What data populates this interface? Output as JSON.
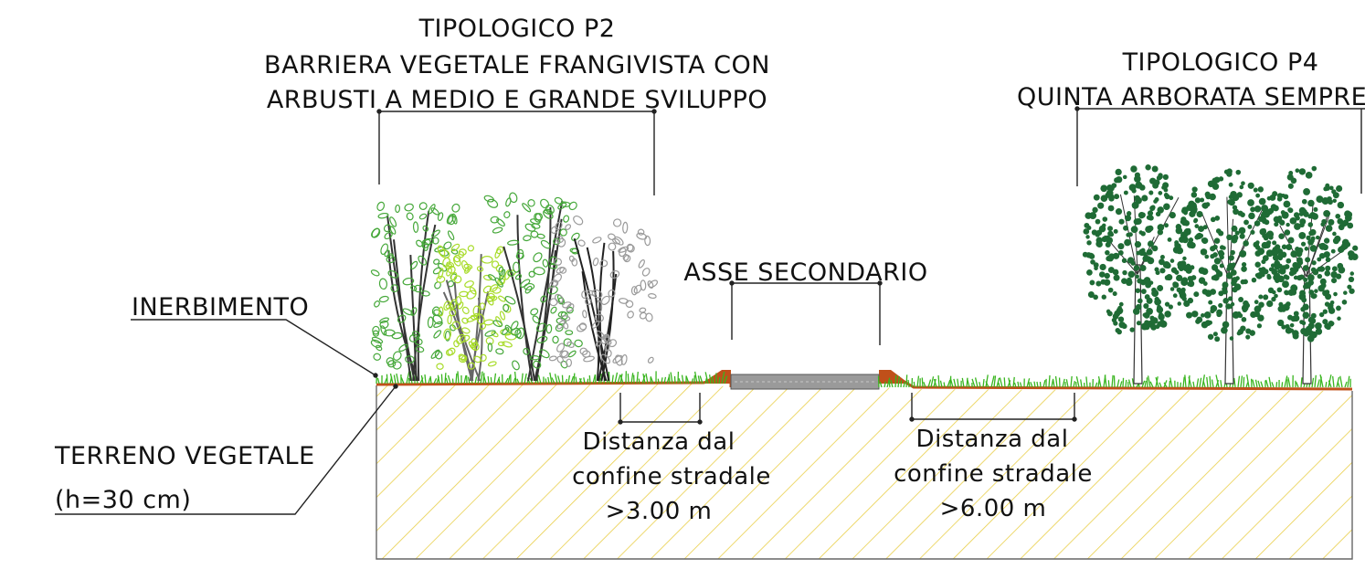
{
  "section": {
    "p2": {
      "title": "TIPOLOGICO P2",
      "line1": "BARRIERA VEGETALE FRANGIVISTA CON",
      "line2": "ARBUSTI A MEDIO E GRANDE SVILUPPO"
    },
    "p4": {
      "title": "TIPOLOGICO P4",
      "line1": "QUINTA ARBORATA SEMPREVE"
    },
    "road": {
      "label": "ASSE SECONDARIO"
    },
    "grass": {
      "label": "INERBIMENTO"
    },
    "soil": {
      "line1": "TERRENO VEGETALE",
      "line2": "(h=30 cm)"
    },
    "left_distance": {
      "line1": "Distanza dal",
      "line2": "confine stradale",
      "line3": ">3.00 m"
    },
    "right_distance": {
      "line1": "Distanza dal",
      "line2": "confine stradale",
      "line3": ">6.00 m"
    }
  },
  "colors": {
    "grass": "#39b51f",
    "soil_line": "#c0501a",
    "hatch": "#e9cf4a",
    "road": "#9a9a9a",
    "shrub_green": "#46a83a",
    "shrub_lime": "#a8dc2a",
    "shrub_grey": "#9a9a9a",
    "tree_dark": "#1f6b35"
  }
}
